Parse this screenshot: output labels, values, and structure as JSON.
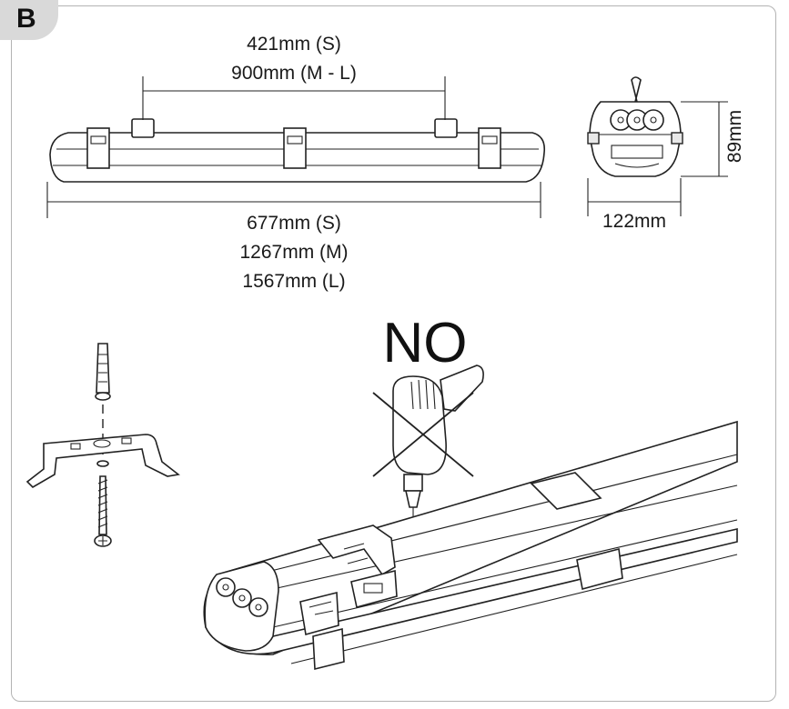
{
  "badge": "B",
  "dimensions": {
    "clip_spacing": [
      "421mm (S)",
      "900mm (M - L)"
    ],
    "length": [
      "677mm (S)",
      "1267mm (M)",
      "1567mm (L)"
    ],
    "width": "122mm",
    "height": "89mm"
  },
  "warning": "NO"
}
